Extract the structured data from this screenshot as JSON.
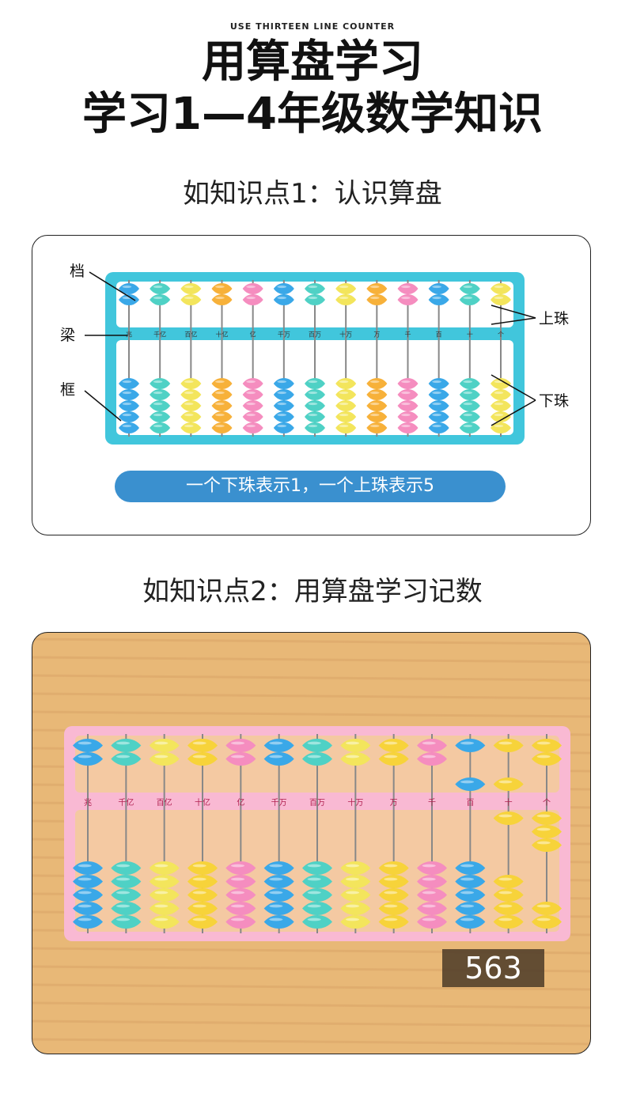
{
  "header": {
    "subtitle_en": "USE THIRTEEN LINE COUNTER",
    "title_line1": "用算盘学习",
    "title_line2": "学习1—4年级数学知识"
  },
  "section1": {
    "heading": "如知识点1：认识算盘",
    "labels": {
      "rod": "档",
      "beam": "梁",
      "frame": "框",
      "upper_bead": "上珠",
      "lower_bead": "下珠"
    },
    "note": "一个下珠表示1，一个上珠表示5",
    "place_values": [
      "兆",
      "千亿",
      "百亿",
      "十亿",
      "亿",
      "千万",
      "百万",
      "十万",
      "万",
      "千",
      "百",
      "十",
      "个"
    ],
    "frame_color": "#41c6dc",
    "bead_colors": [
      "#3aa8e8",
      "#4fd1c5",
      "#f3e55c",
      "#f7b13a",
      "#f58dbf",
      "#3aa8e8",
      "#4fd1c5",
      "#f3e55c",
      "#f7b13a",
      "#f58dbf",
      "#3aa8e8",
      "#4fd1c5",
      "#f3e55c"
    ]
  },
  "section2": {
    "heading": "如知识点2：用算盘学习记数",
    "place_values": [
      "兆",
      "千亿",
      "百亿",
      "十亿",
      "亿",
      "千万",
      "百万",
      "十万",
      "万",
      "千",
      "百",
      "十",
      "个"
    ],
    "counter_value": "563",
    "frame_color": "#f9b9d3",
    "bead_colors": [
      "#3aa8e8",
      "#4fd1c5",
      "#f3e55c",
      "#f7d33a",
      "#f58dbf",
      "#3aa8e8",
      "#4fd1c5",
      "#f3e55c",
      "#f7d33a",
      "#f58dbf",
      "#3aa8e8",
      "#f7d33a",
      "#f7d33a"
    ],
    "digits": [
      0,
      0,
      0,
      0,
      0,
      0,
      0,
      0,
      0,
      0,
      5,
      6,
      3
    ]
  }
}
